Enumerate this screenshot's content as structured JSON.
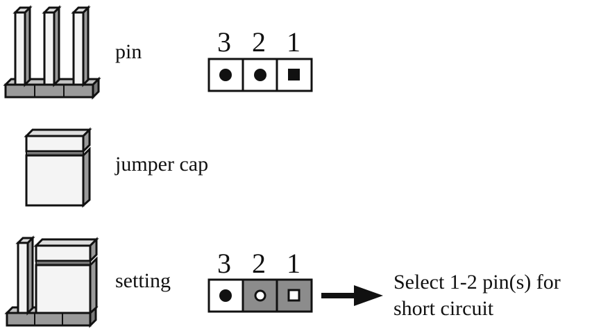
{
  "rows": {
    "pin": {
      "label": "pin",
      "header_numbers": [
        "3",
        "2",
        "1"
      ]
    },
    "jumper_cap": {
      "label": "jumper cap"
    },
    "setting": {
      "label": "setting",
      "header_numbers": [
        "3",
        "2",
        "1"
      ],
      "description_line1": "Select 1-2 pin(s) for",
      "description_line2": "short circuit"
    }
  },
  "colors": {
    "ink": "#111111",
    "pin_light": "#f4f4f4",
    "base_gray": "#9a9a9a",
    "jumper_fill": "#8c8c8c"
  }
}
